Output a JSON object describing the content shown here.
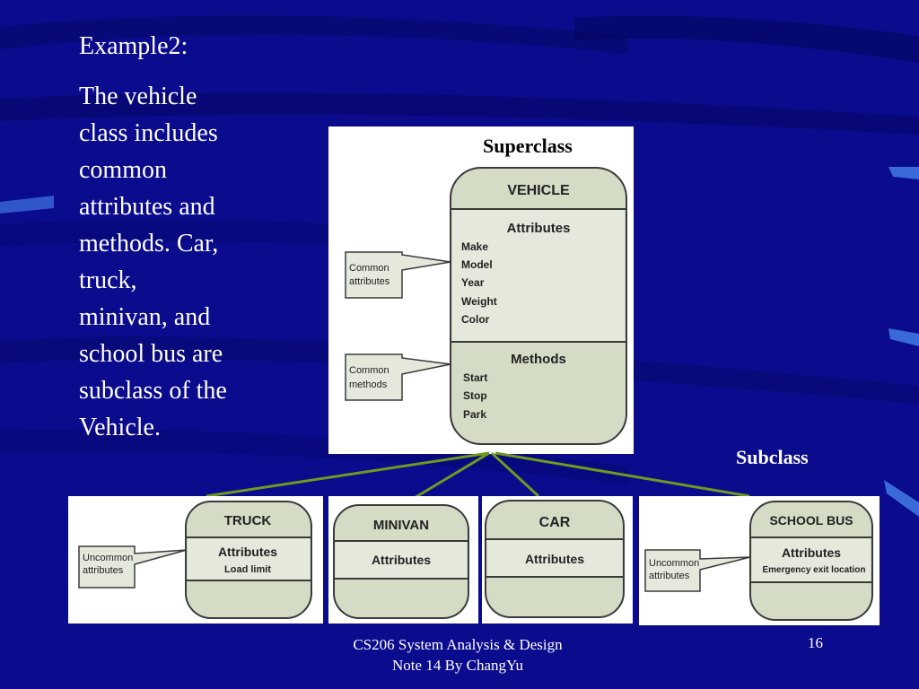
{
  "slide": {
    "title": "Example2:",
    "lines": [
      "The vehicle",
      "class includes",
      "common",
      "attributes and",
      "methods. Car,",
      "truck,",
      "minivan, and",
      "school bus are",
      "subclass of the",
      "Vehicle."
    ]
  },
  "labels": {
    "superclass": "Superclass",
    "subclass": "Subclass"
  },
  "vehicle": {
    "name": "VEHICLE",
    "attributes_heading": "Attributes",
    "attributes": [
      "Make",
      "Model",
      "Year",
      "Weight",
      "Color"
    ],
    "methods_heading": "Methods",
    "methods": [
      "Start",
      "Stop",
      "Park"
    ],
    "callout_common_attributes": [
      "Common",
      "attributes"
    ],
    "callout_common_methods": [
      "Common",
      "methods"
    ]
  },
  "subclasses": {
    "truck": {
      "name": "TRUCK",
      "attributes_heading": "Attributes",
      "attribute": "Load limit",
      "callout": [
        "Uncommon",
        "attributes"
      ]
    },
    "minivan": {
      "name": "MINIVAN",
      "attributes_heading": "Attributes"
    },
    "car": {
      "name": "CAR",
      "attributes_heading": "Attributes"
    },
    "school_bus": {
      "name": "SCHOOL BUS",
      "attributes_heading": "Attributes",
      "attribute": "Emergency exit location",
      "callout": [
        "Uncommon",
        "attributes"
      ]
    }
  },
  "footer": {
    "line1": "CS206 System Analysis & Design",
    "line2": "Note 14 By ChangYu",
    "page": "16"
  },
  "colors": {
    "background": "#0a0a8c",
    "box_fill": "#d4dcc6",
    "box_fill_light": "#e4e9dc",
    "connector": "#6f9a1f"
  }
}
